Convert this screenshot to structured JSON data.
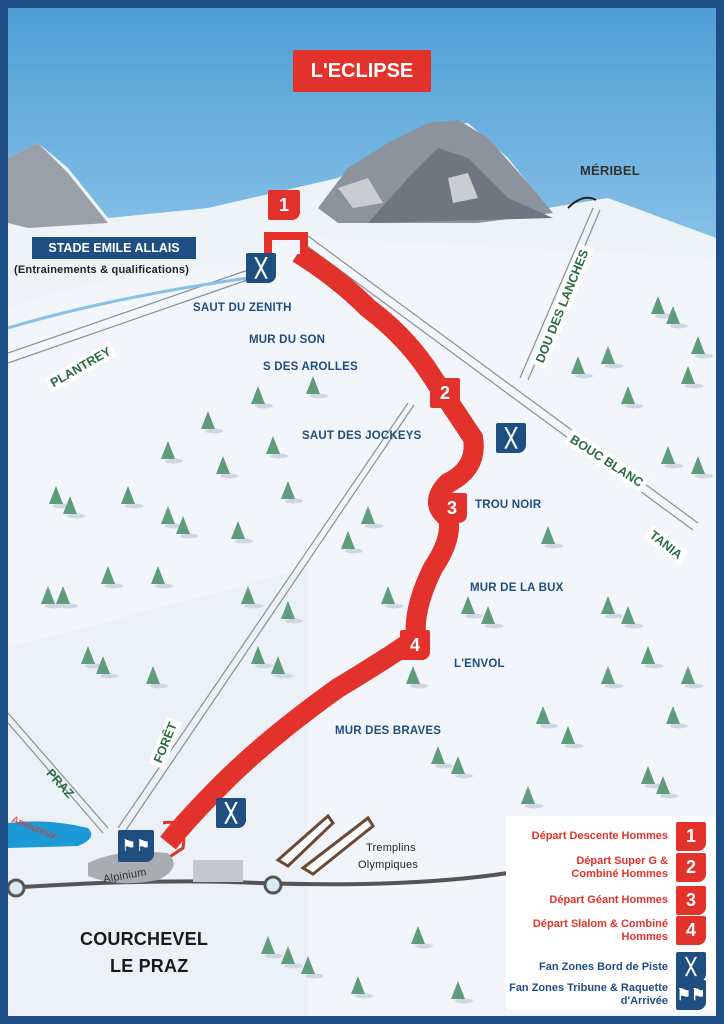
{
  "title": "L'ECLIPSE",
  "colors": {
    "red": "#e3312b",
    "blue": "#1f4e80",
    "sky": "#5aa6d8",
    "lift_green": "#2b6b43"
  },
  "stadium": {
    "name": "STADE EMILE ALLAIS",
    "subtitle": "(Entrainements & qualifications)"
  },
  "destinations": {
    "meribel": "MÉRIBEL"
  },
  "course_sections": [
    "SAUT DU ZENITH",
    "MUR DU SON",
    "S DES AROLLES",
    "SAUT DES JOCKEYS",
    "TROU NOIR",
    "MUR DE LA BUX",
    "L'ENVOL",
    "MUR DES BRAVES"
  ],
  "start_markers": [
    "1",
    "2",
    "3",
    "4"
  ],
  "lifts": [
    "PLANTREY",
    "DOU DES LANCHES",
    "BOUC BLANC",
    "TANIA",
    "FORÊT",
    "PRAZ"
  ],
  "trail": "Amoureux",
  "places": {
    "alpinium": "Alpinium",
    "tremplins_1": "Tremplins",
    "tremplins_2": "Olympiques",
    "town_1": "COURCHEVEL",
    "town_2": "LE PRAZ"
  },
  "legend": [
    {
      "num": "1",
      "text": "Départ Descente Hommes",
      "type": "start"
    },
    {
      "num": "2",
      "text": "Départ Super G & Combiné Hommes",
      "type": "start"
    },
    {
      "num": "3",
      "text": "Départ Géant Hommes",
      "type": "start"
    },
    {
      "num": "4",
      "text": "Départ Slalom & Combiné Hommes",
      "type": "start"
    },
    {
      "text": "Fan Zones Bord de Piste",
      "type": "fan-piste",
      "icon": "crossed-skis-icon"
    },
    {
      "text": "Fan Zones Tribune & Raquette d'Arrivée",
      "type": "fan-tribune",
      "icon": "cheering-crowd-icon"
    }
  ]
}
